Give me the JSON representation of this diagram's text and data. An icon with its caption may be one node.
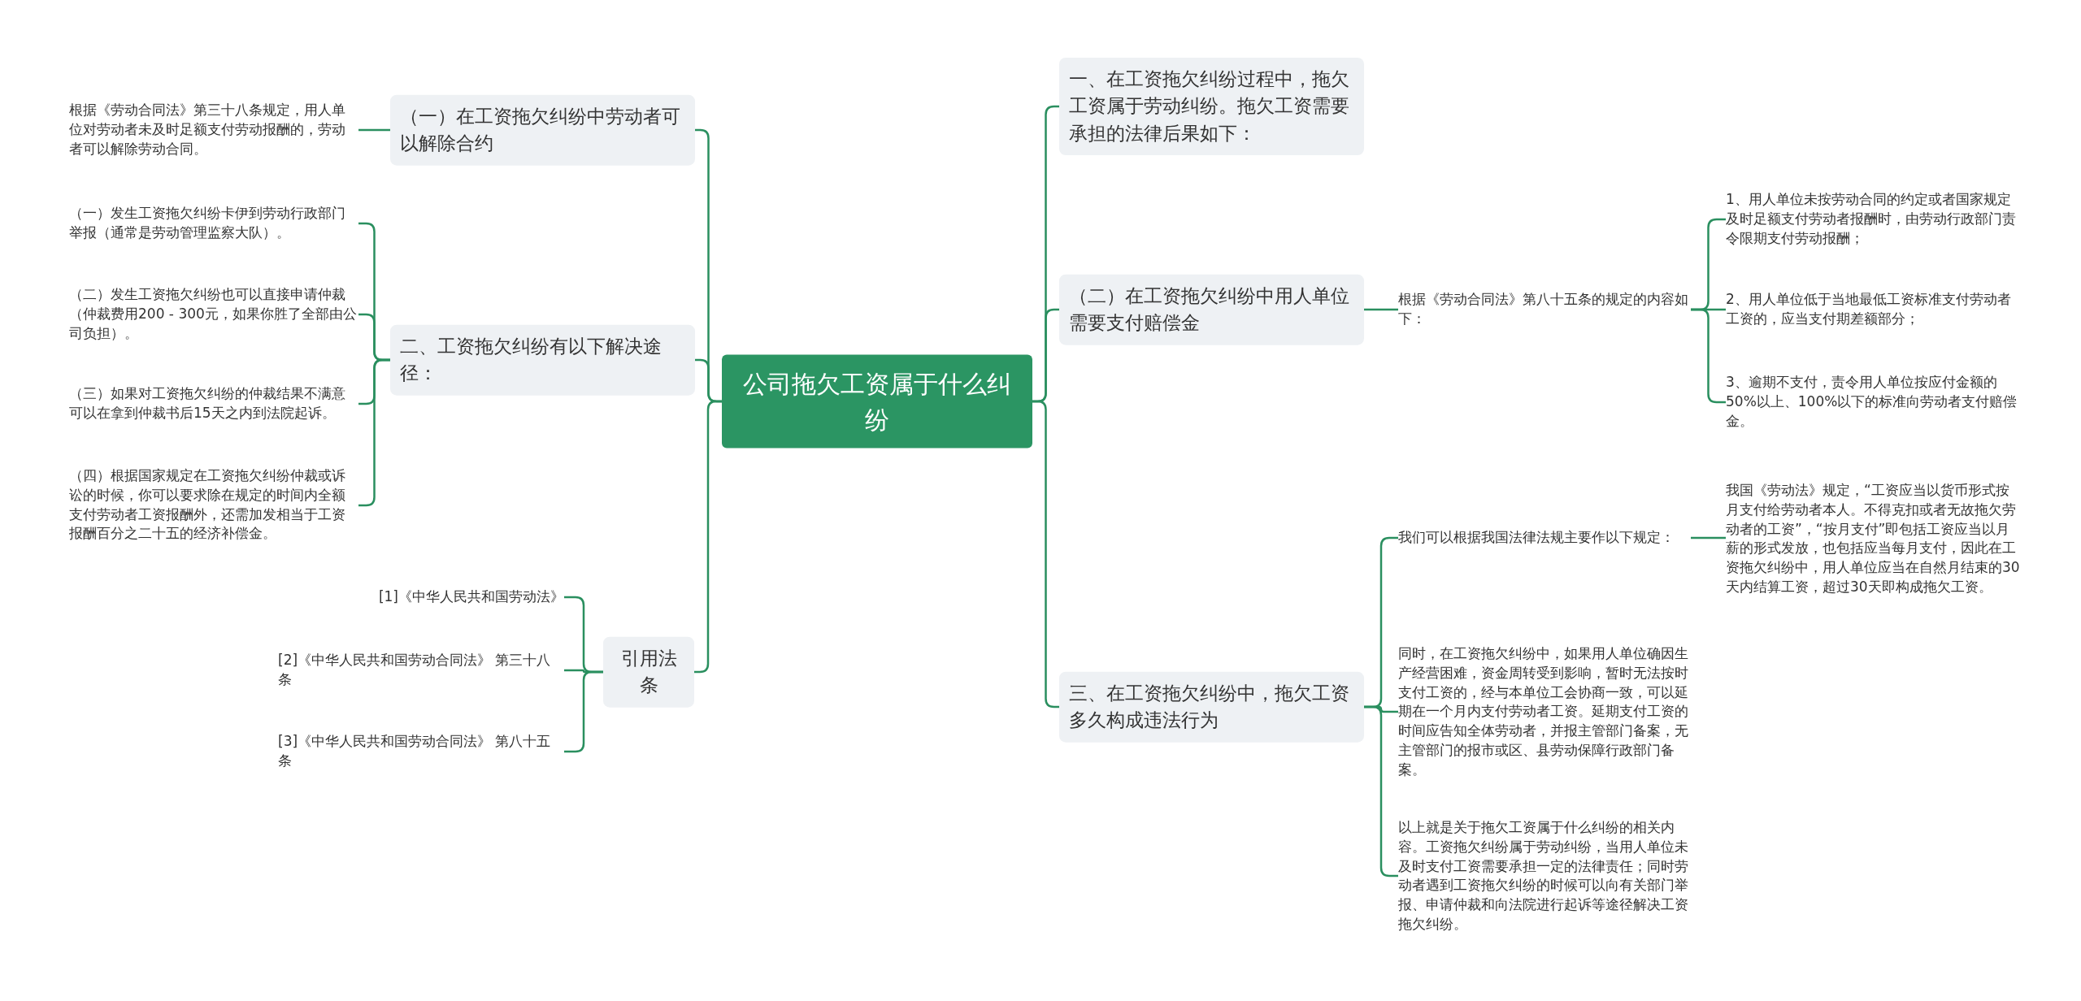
{
  "diagram": {
    "nodes": [
      {
        "text": [
          "公司拖欠工资属于什么纠纷"
        ]
      },
      {
        "text": [
          "（一）在工资拖欠纠纷中劳动者可以解除合约"
        ]
      },
      {
        "text": [
          "根据《劳动合同法》第三十八条规定，用人单位对劳动者未及时足额支付劳动报酬的，劳动者可以解除劳动合同。"
        ]
      },
      {
        "text": [
          "二、工资拖欠纠纷有以下解决途径："
        ]
      },
      {
        "text": [
          "（一）发生工资拖欠纠纷卡伊到劳动行政部门举报（通常是劳动管理监察大队）。"
        ]
      },
      {
        "text": [
          "（二）发生工资拖欠纠纷也可以直接申请仲裁（仲裁费用200 - 300元，如果你胜了全部由公司负担）。"
        ]
      },
      {
        "text": [
          "（三）如果对工资拖欠纠纷的仲裁结果不满意可以在拿到仲裁书后15天之内到法院起诉。"
        ]
      },
      {
        "text": [
          "（四）根据国家规定在工资拖欠纠纷仲裁或诉讼的时候，你可以要求除在规定的时间内全额支付劳动者工资报酬外，还需加发相当于工资报酬百分之二十五的经济补偿金。"
        ]
      },
      {
        "text": [
          "引用法条"
        ]
      },
      {
        "text": [
          "[1]《中华人民共和国劳动法》"
        ]
      },
      {
        "text": [
          "[2]《中华人民共和国劳动合同法》 第三十八条"
        ]
      },
      {
        "text": [
          "[3]《中华人民共和国劳动合同法》 第八十五条"
        ]
      },
      {
        "text": [
          "一、在工资拖欠纠纷过程中，拖欠工资属于劳动纠纷。拖欠工资需要承担的法律后果如下："
        ]
      },
      {
        "text": [
          "（二）在工资拖欠纠纷中用人单位需要支付赔偿金"
        ]
      },
      {
        "text": [
          "根据《劳动合同法》第八十五条的规定的内容如下："
        ]
      },
      {
        "text": [
          "1、用人单位未按劳动合同的约定或者国家规定及时足额支付劳动者报酬时，由劳动行政部门责令限期支付劳动报酬；"
        ]
      },
      {
        "text": [
          "2、用人单位低于当地最低工资标准支付劳动者工资的，应当支付期差额部分；"
        ]
      },
      {
        "text": [
          "3、逾期不支付，责令用人单位按应付金额的50%以上、100%以下的标准向劳动者支付赔偿金。"
        ]
      },
      {
        "text": [
          "三、在工资拖欠纠纷中，拖欠工资多久构成违法行为"
        ]
      },
      {
        "text": [
          "我们可以根据我国法律法规主要作以下规定："
        ]
      },
      {
        "text": [
          "我国《劳动法》规定，“工资应当以货币形式按月支付给劳动者本人。不得克扣或者无故拖欠劳动者的工资”，“按月支付”即包括工资应当以月薪的形式发放，也包括应当每月支付，因此在工资拖欠纠纷中，用人单位应当在自然月结束的30天内结算工资，超过30天即构成拖欠工资。"
        ]
      },
      {
        "text": [
          "同时，在工资拖欠纠纷中，如果用人单位确因生产经营困难，资金周转受到影响，暂时无法按时支付工资的，经与本单位工会协商一致，可以延期在一个月内支付劳动者工资。延期支付工资的时间应告知全体劳动者，并报主管部门备案，无主管部门的报市或区、县劳动保障行政部门备案。"
        ]
      },
      {
        "text": [
          "以上就是关于拖欠工资属于什么纠纷的相关内容。工资拖欠纠纷属于劳动纠纷，当用人单位未及时支付工资需要承担一定的法律责任；同时劳动者遇到工资拖欠纠纷的时候可以向有关部门举报、申请仲裁和向法院进行起诉等途径解决工资拖欠纠纷。"
        ]
      }
    ],
    "edges": [
      {
        "from": 0,
        "to": 1,
        "arrow": "none"
      },
      {
        "from": 1,
        "to": 2,
        "arrow": "none"
      },
      {
        "from": 0,
        "to": 3,
        "arrow": "none"
      },
      {
        "from": 3,
        "to": 4,
        "arrow": "none"
      },
      {
        "from": 3,
        "to": 5,
        "arrow": "none"
      },
      {
        "from": 3,
        "to": 6,
        "arrow": "none"
      },
      {
        "from": 3,
        "to": 7,
        "arrow": "none"
      },
      {
        "from": 0,
        "to": 8,
        "arrow": "none"
      },
      {
        "from": 8,
        "to": 9,
        "arrow": "none"
      },
      {
        "from": 8,
        "to": 10,
        "arrow": "none"
      },
      {
        "from": 8,
        "to": 11,
        "arrow": "none"
      },
      {
        "from": 0,
        "to": 12,
        "arrow": "none"
      },
      {
        "from": 0,
        "to": 13,
        "arrow": "none"
      },
      {
        "from": 13,
        "to": 14,
        "arrow": "none"
      },
      {
        "from": 14,
        "to": 15,
        "arrow": "none"
      },
      {
        "from": 14,
        "to": 16,
        "arrow": "none"
      },
      {
        "from": 14,
        "to": 17,
        "arrow": "none"
      },
      {
        "from": 0,
        "to": 18,
        "arrow": "none"
      },
      {
        "from": 18,
        "to": 19,
        "arrow": "none"
      },
      {
        "from": 19,
        "to": 20,
        "arrow": "none"
      },
      {
        "from": 18,
        "to": 21,
        "arrow": "none"
      },
      {
        "from": 18,
        "to": 22,
        "arrow": "none"
      }
    ]
  }
}
